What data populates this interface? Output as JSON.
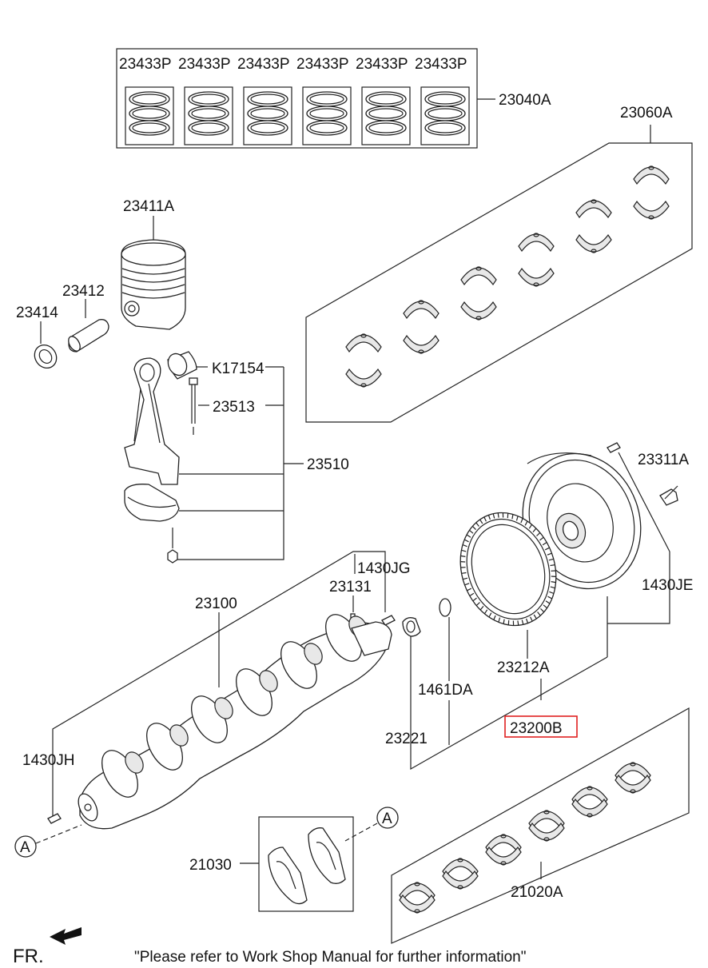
{
  "labels": {
    "ring_set": "23040A",
    "ring_p1": "23433P",
    "ring_p2": "23433P",
    "ring_p3": "23433P",
    "ring_p4": "23433P",
    "ring_p5": "23433P",
    "ring_p6": "23433P",
    "main_bearing_upper": "23060A",
    "piston": "23411A",
    "piston_pin": "23412",
    "snap_ring": "23414",
    "conrod_bushing": "K17154",
    "conrod_bolt": "23513",
    "conrod_assy": "23510",
    "ring_gear_dowel": "23311A",
    "crankshaft": "23100",
    "key": "23131",
    "pin_jg": "1430JG",
    "pin_je": "1430JE",
    "pin_jh": "1430JH",
    "ring_gear": "23212A",
    "snap_ring_2": "1461DA",
    "flywheel_assy": "23200B",
    "bearing_pilot": "23221",
    "thrust_washer": "21030",
    "main_bearing_lower": "21020A",
    "marker_a1": "A",
    "marker_a2": "A"
  },
  "footer": {
    "fr": "FR.",
    "note": "\"Please refer to Work Shop Manual for further information\""
  },
  "colors": {
    "highlight": "#e02020",
    "line": "#222222"
  }
}
